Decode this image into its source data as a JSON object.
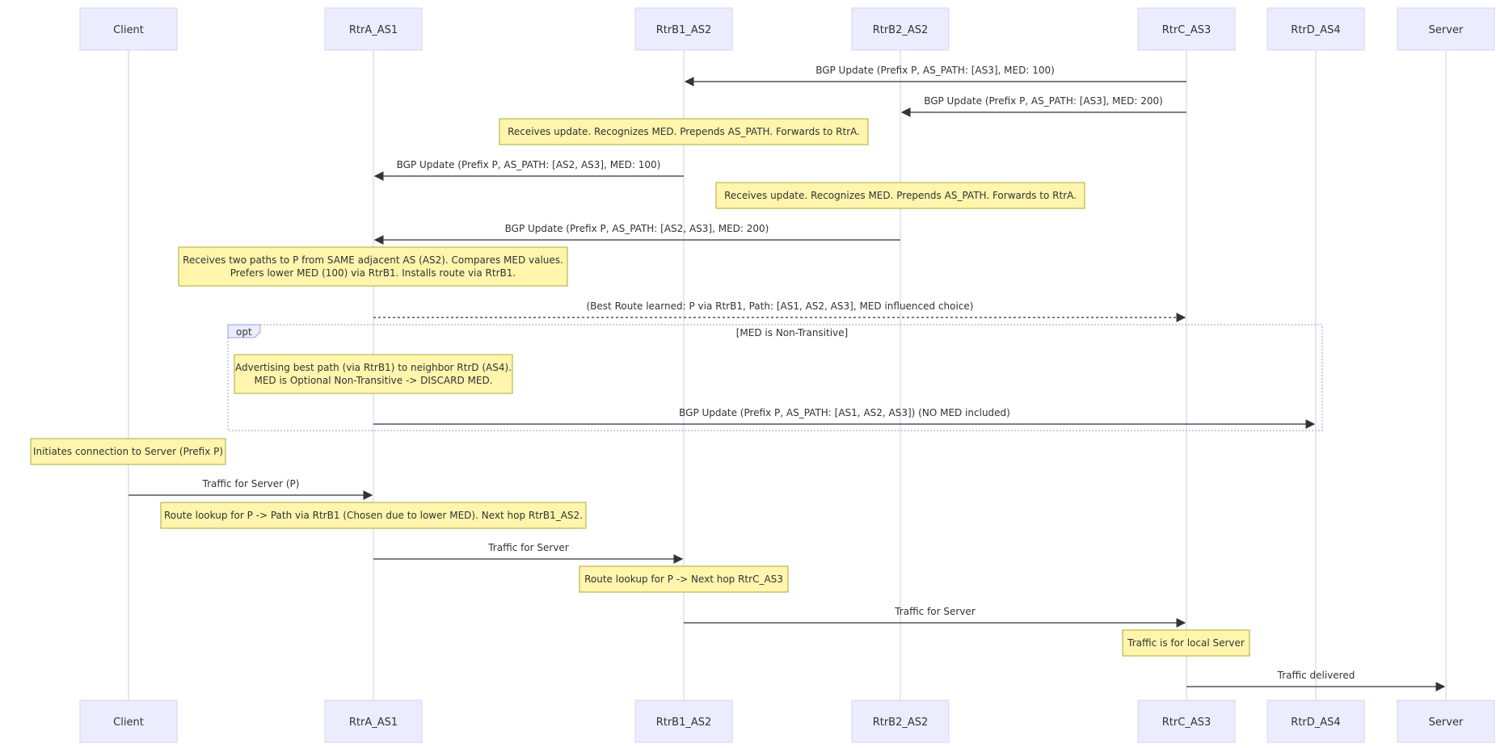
{
  "colors": {
    "actor_fill": "#ececff",
    "actor_stroke": "#d3d3f0",
    "lifeline": "#d6d6ee",
    "note_fill": "#fff5ad",
    "note_stroke": "#aaaa33",
    "message": "#333333",
    "frame": "#9b9be0"
  },
  "participants": [
    {
      "id": "Client",
      "label": "Client"
    },
    {
      "id": "RtrA_AS1",
      "label": "RtrA_AS1"
    },
    {
      "id": "RtrB1_AS2",
      "label": "RtrB1_AS2"
    },
    {
      "id": "RtrB2_AS2",
      "label": "RtrB2_AS2"
    },
    {
      "id": "RtrC_AS3",
      "label": "RtrC_AS3"
    },
    {
      "id": "RtrD_AS4",
      "label": "RtrD_AS4"
    },
    {
      "id": "Server",
      "label": "Server"
    }
  ],
  "sequence": [
    {
      "kind": "message",
      "from": "RtrC_AS3",
      "to": "RtrB1_AS2",
      "style": "solid",
      "text": "BGP Update (Prefix P, AS_PATH: [AS3], MED: 100)"
    },
    {
      "kind": "message",
      "from": "RtrC_AS3",
      "to": "RtrB2_AS2",
      "style": "solid",
      "text": "BGP Update (Prefix P, AS_PATH: [AS3], MED: 200)"
    },
    {
      "kind": "note",
      "over": "RtrB1_AS2",
      "lines": [
        "Receives update. Recognizes MED. Prepends AS_PATH. Forwards to RtrA."
      ]
    },
    {
      "kind": "message",
      "from": "RtrB1_AS2",
      "to": "RtrA_AS1",
      "style": "solid",
      "text": "BGP Update (Prefix P, AS_PATH: [AS2, AS3], MED: 100)"
    },
    {
      "kind": "note",
      "over": "RtrB2_AS2",
      "lines": [
        "Receives update. Recognizes MED. Prepends AS_PATH. Forwards to RtrA."
      ]
    },
    {
      "kind": "message",
      "from": "RtrB2_AS2",
      "to": "RtrA_AS1",
      "style": "solid",
      "text": "BGP Update (Prefix P, AS_PATH: [AS2, AS3], MED: 200)"
    },
    {
      "kind": "note",
      "over": "RtrA_AS1",
      "lines": [
        "Receives two paths to P from SAME adjacent AS (AS2). Compares MED values.",
        "Prefers lower MED (100) via RtrB1. Installs route via RtrB1."
      ]
    },
    {
      "kind": "message",
      "from": "RtrA_AS1",
      "to": "RtrC_AS3",
      "style": "dotted",
      "text": "(Best Route learned: P via RtrB1, Path: [AS1, AS2, AS3], MED influenced choice)"
    },
    {
      "kind": "opt",
      "label": "opt",
      "condition": "[MED is Non-Transitive]",
      "items": [
        {
          "kind": "note",
          "over": "RtrA_AS1",
          "lines": [
            "Advertising best path (via RtrB1) to neighbor RtrD (AS4).",
            "MED is Optional Non-Transitive -> DISCARD MED."
          ]
        },
        {
          "kind": "message",
          "from": "RtrA_AS1",
          "to": "RtrD_AS4",
          "style": "solid",
          "text": "BGP Update (Prefix P, AS_PATH: [AS1, AS2, AS3]) (NO MED included)"
        }
      ]
    },
    {
      "kind": "note",
      "over": "Client",
      "lines": [
        "Initiates connection to Server (Prefix P)"
      ]
    },
    {
      "kind": "message",
      "from": "Client",
      "to": "RtrA_AS1",
      "style": "solid",
      "text": "Traffic for Server (P)"
    },
    {
      "kind": "note",
      "over": "RtrA_AS1",
      "lines": [
        "Route lookup for P -> Path via RtrB1 (Chosen due to lower MED). Next hop RtrB1_AS2."
      ]
    },
    {
      "kind": "message",
      "from": "RtrA_AS1",
      "to": "RtrB1_AS2",
      "style": "solid",
      "text": "Traffic for Server"
    },
    {
      "kind": "note",
      "over": "RtrB1_AS2",
      "lines": [
        "Route lookup for P -> Next hop RtrC_AS3"
      ]
    },
    {
      "kind": "message",
      "from": "RtrB1_AS2",
      "to": "RtrC_AS3",
      "style": "solid",
      "text": "Traffic for Server"
    },
    {
      "kind": "note",
      "over": "RtrC_AS3",
      "lines": [
        "Traffic is for local Server"
      ]
    },
    {
      "kind": "message",
      "from": "RtrC_AS3",
      "to": "Server",
      "style": "solid",
      "text": "Traffic delivered"
    }
  ]
}
